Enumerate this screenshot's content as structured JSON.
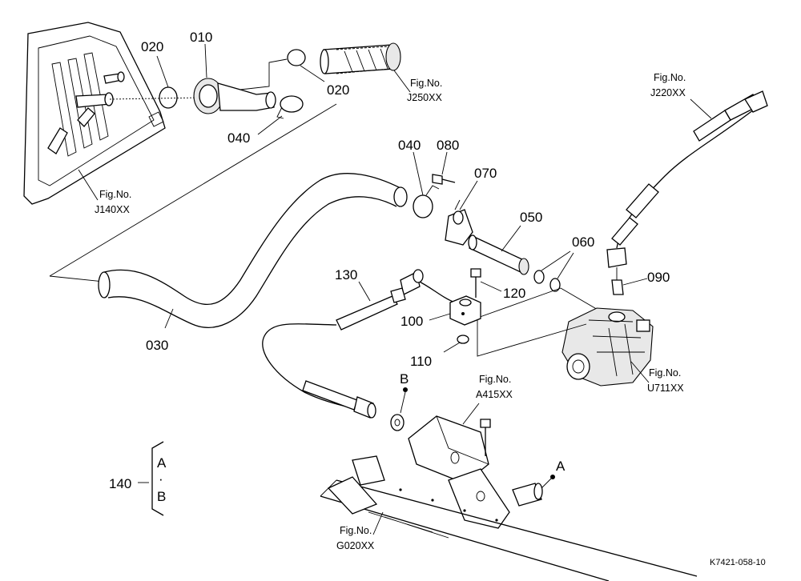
{
  "part_numbers": {
    "p010": "010",
    "p020_a": "020",
    "p020_b": "020",
    "p030": "030",
    "p040_a": "040",
    "p040_b": "040",
    "p050": "050",
    "p060": "060",
    "p070": "070",
    "p080": "080",
    "p090": "090",
    "p100": "100",
    "p110": "110",
    "p120": "120",
    "p130": "130",
    "p140": "140"
  },
  "figure_refs": {
    "fig_label": "Fig.No.",
    "j250": "J250XX",
    "j220": "J220XX",
    "j140": "J140XX",
    "a415": "A415XX",
    "u711": "U711XX",
    "g020": "G020XX"
  },
  "connectors": {
    "a": "A",
    "b": "B",
    "bracket_a": "A",
    "bracket_dot": "·",
    "bracket_b": "B"
  },
  "drawing_code": "K7421-058-10"
}
